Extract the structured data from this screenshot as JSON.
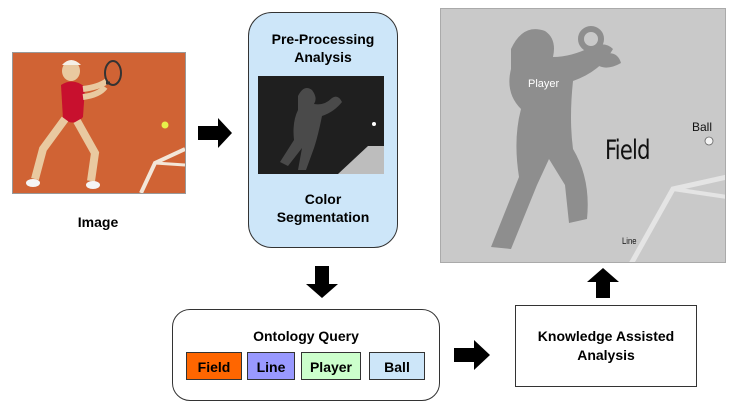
{
  "input": {
    "label": "Image"
  },
  "preprocessing": {
    "title": "Pre-Processing Analysis",
    "title_line1": "Pre-Processing",
    "title_line2": "Analysis",
    "subtitle_line1": "Color",
    "subtitle_line2": "Segmentation"
  },
  "result": {
    "labels": {
      "player": "Player",
      "field": "Field",
      "ball": "Ball",
      "line": "Line"
    }
  },
  "ontology": {
    "title": "Ontology Query",
    "concepts": [
      {
        "label": "Field",
        "color": "#ff6600"
      },
      {
        "label": "Line",
        "color": "#9999ff"
      },
      {
        "label": "Player",
        "color": "#ccffcc"
      },
      {
        "label": "Ball",
        "color": "#cde6f9"
      }
    ]
  },
  "knowledge": {
    "line1": "Knowledge Assisted",
    "line2": "Analysis"
  },
  "colors": {
    "prep_box": "#cde6f9",
    "arrow": "#000000"
  }
}
